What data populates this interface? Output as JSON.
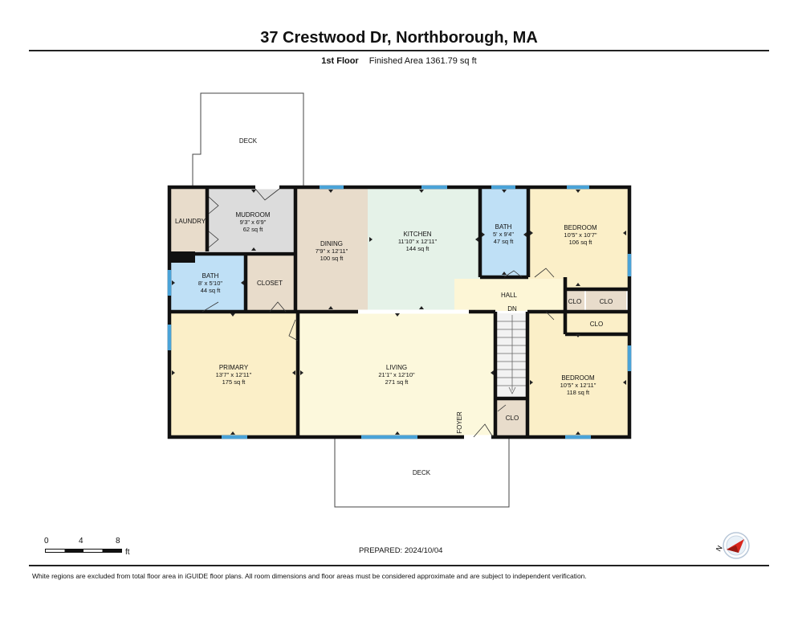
{
  "header": {
    "address": "37 Crestwood Dr, Northborough, MA",
    "floor": "1st Floor",
    "finished_area": "Finished Area 1361.79 sq ft"
  },
  "rooms": {
    "deck_top": {
      "name": "DECK"
    },
    "laundry": {
      "name": "LAUNDRY"
    },
    "mudroom": {
      "name": "MUDROOM",
      "dims": "9'3\" x 6'9\"",
      "area": "62 sq ft"
    },
    "dining": {
      "name": "DINING",
      "dims": "7'9\" x 12'11\"",
      "area": "100 sq ft"
    },
    "kitchen": {
      "name": "KITCHEN",
      "dims": "11'10\" x 12'11\"",
      "area": "144 sq ft"
    },
    "bath_top": {
      "name": "BATH",
      "dims": "5' x 9'4\"",
      "area": "47 sq ft"
    },
    "bedroom_top": {
      "name": "BEDROOM",
      "dims": "10'5\" x 10'7\"",
      "area": "106 sq ft"
    },
    "bath_left": {
      "name": "BATH",
      "dims": "8' x 5'10\"",
      "area": "44 sq ft"
    },
    "closet": {
      "name": "CLOSET"
    },
    "hall": {
      "name": "HALL"
    },
    "clo1": {
      "name": "CLO"
    },
    "clo2": {
      "name": "CLO"
    },
    "clo3": {
      "name": "CLO"
    },
    "clo4": {
      "name": "CLO"
    },
    "stairs": {
      "name": "DN"
    },
    "primary": {
      "name": "PRIMARY",
      "dims": "13'7\" x 12'11\"",
      "area": "175 sq ft"
    },
    "living": {
      "name": "LIVING",
      "dims": "21'1\" x 12'10\"",
      "area": "271 sq ft"
    },
    "foyer": {
      "name": "FOYER"
    },
    "bedroom_bottom": {
      "name": "BEDROOM",
      "dims": "10'5\" x 12'11\"",
      "area": "118 sq ft"
    },
    "deck_bottom": {
      "name": "DECK"
    }
  },
  "colors": {
    "wall": "#111111",
    "window": "#4aa3d8",
    "laundry": "#e8dccb",
    "mudroom": "#dcdcdc",
    "dining": "#e8dccb",
    "kitchen": "#e5f2e8",
    "bath": "#bfe0f6",
    "bedroom": "#fbefc8",
    "closet": "#e8dccb",
    "hall": "#fdf6d6",
    "living": "#fcf8dc",
    "primary": "#fbefc8",
    "stairs": "#f2f2f2"
  },
  "scale_bar": {
    "labels": [
      "0",
      "4",
      "8"
    ],
    "unit": "ft"
  },
  "prepared": "PREPARED: 2024/10/04",
  "compass": {
    "icon": "north-arrow-icon",
    "label": "N"
  },
  "footer": "White regions are excluded from total floor area in iGUIDE floor plans. All room dimensions and floor areas must be considered approximate and are subject to independent verification."
}
